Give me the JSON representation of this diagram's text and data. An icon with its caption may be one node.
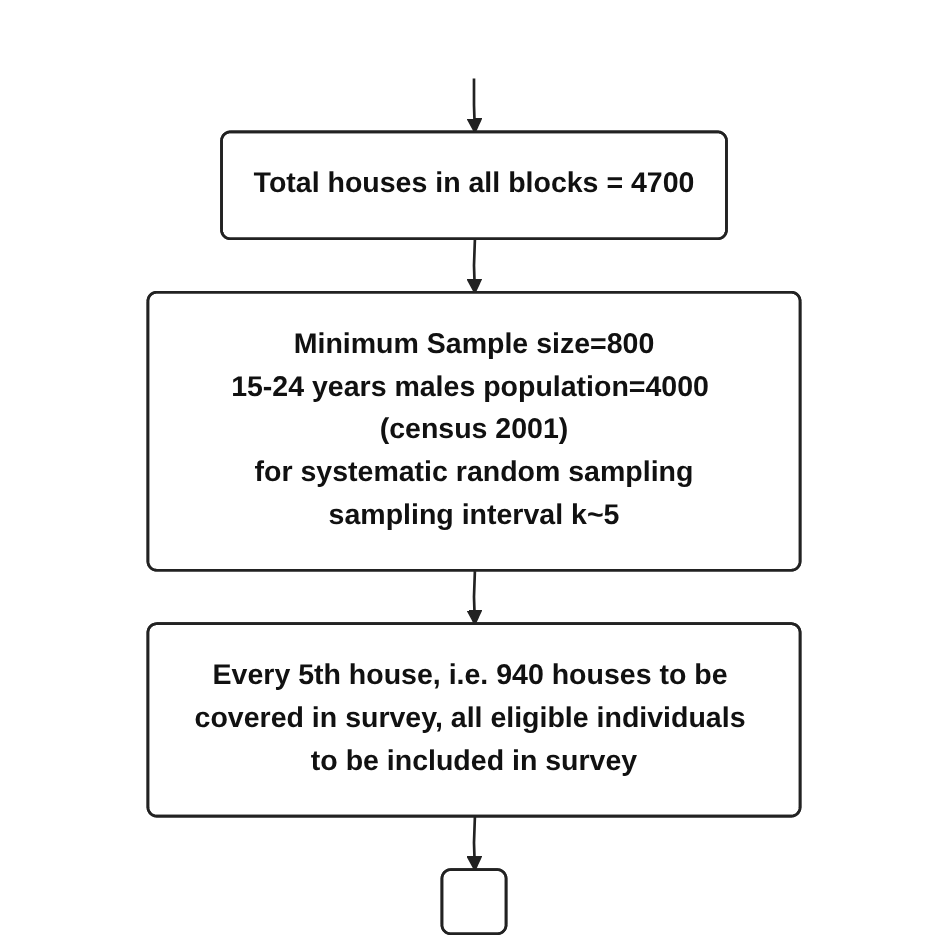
{
  "diagram": {
    "nodes": [
      {
        "text": [
          "Total houses in all blocks = 4700"
        ]
      },
      {
        "text": [
          "Minimum Sample size=800",
          "15-24 years males population=4000 (census 2001)",
          "for systematic random sampling",
          "sampling interval k~5"
        ]
      },
      {
        "text": [
          "Every 5th house, i.e. 940 houses to be covered in survey, all eligible individuals to be included in survey"
        ]
      },
      {
        "text": [],
        "shape": "box"
      }
    ],
    "edges": [
      {
        "from": null,
        "to": 0,
        "arrow": "to"
      },
      {
        "from": 0,
        "to": 1,
        "arrow": "to"
      },
      {
        "from": 1,
        "to": 2,
        "arrow": "to"
      },
      {
        "from": 2,
        "to": 3,
        "arrow": "to"
      }
    ]
  }
}
